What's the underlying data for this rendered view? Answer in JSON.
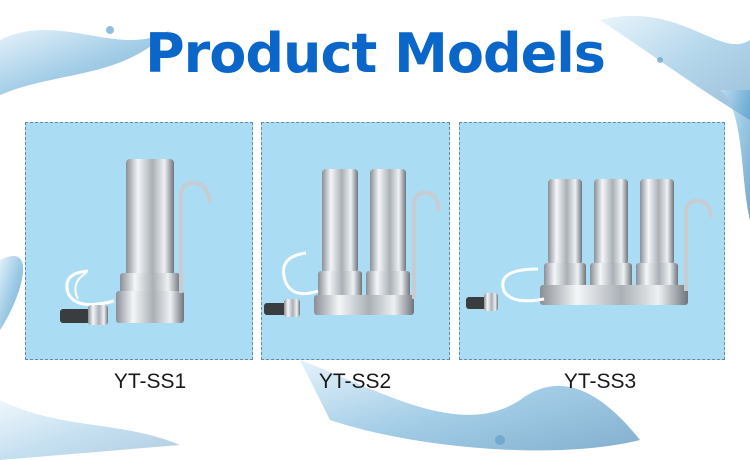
{
  "title": "Product Models",
  "products": [
    {
      "model": "YT-SS1"
    },
    {
      "model": "YT-SS2"
    },
    {
      "model": "YT-SS3"
    }
  ],
  "colors": {
    "title": "#0a66c8",
    "card_bg": "#aadcf4",
    "water": "#3a8ec0"
  }
}
